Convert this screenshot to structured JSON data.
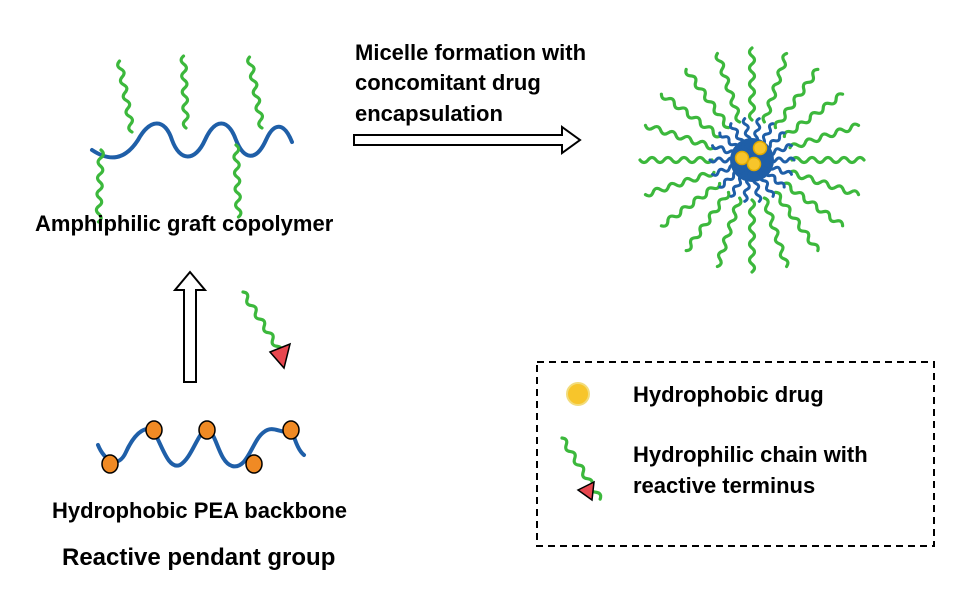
{
  "labels": {
    "graft_copolymer": "Amphiphilic graft copolymer",
    "micelle_step_line1": "Micelle formation with",
    "micelle_step_line2": "concomitant drug",
    "micelle_step_line3": "encapsulation",
    "backbone": "Hydrophobic PEA backbone",
    "pendant": "Reactive pendant group"
  },
  "legend": {
    "drug_label": "Hydrophobic drug",
    "chain_label_line1": "Hydrophilic chain with",
    "chain_label_line2": "reactive terminus"
  },
  "colors": {
    "backbone": "#1f5fa8",
    "hydrophilic_chain": "#3cb83c",
    "pendant_group": "#f08a24",
    "drug": "#f7c52b",
    "reactive_terminus": "#e8474f"
  }
}
